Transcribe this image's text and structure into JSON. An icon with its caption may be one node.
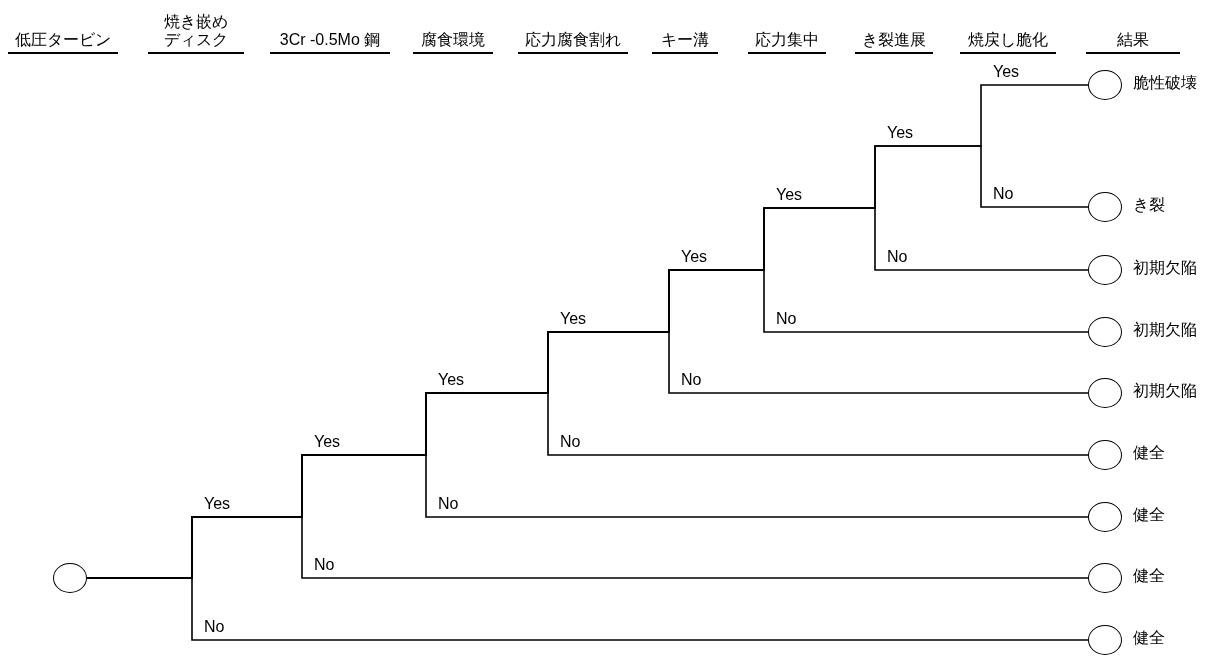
{
  "diagram": {
    "nodes": [
      {
        "text": [],
        "shape": "circle"
      },
      {
        "text": [],
        "shape": "circle",
        "beside": [
          "脆性破壊"
        ]
      },
      {
        "text": [],
        "shape": "circle",
        "beside": [
          "き裂"
        ]
      },
      {
        "text": [],
        "shape": "circle",
        "beside": [
          "初期欠陥"
        ]
      },
      {
        "text": [],
        "shape": "circle",
        "beside": [
          "初期欠陥"
        ]
      },
      {
        "text": [],
        "shape": "circle",
        "beside": [
          "初期欠陥"
        ]
      },
      {
        "text": [],
        "shape": "circle",
        "beside": [
          "健全"
        ]
      },
      {
        "text": [],
        "shape": "circle",
        "beside": [
          "健全"
        ]
      },
      {
        "text": [],
        "shape": "circle",
        "beside": [
          "健全"
        ]
      },
      {
        "text": [],
        "shape": "circle",
        "beside": [
          "健全"
        ]
      }
    ],
    "edges": [
      {
        "from": 0,
        "to": 1,
        "arrow": "none"
      },
      {
        "from": 0,
        "to": 2,
        "arrow": "none"
      },
      {
        "from": 0,
        "to": 3,
        "arrow": "none"
      },
      {
        "from": 0,
        "to": 4,
        "arrow": "none"
      },
      {
        "from": 0,
        "to": 5,
        "arrow": "none"
      },
      {
        "from": 0,
        "to": 6,
        "arrow": "none"
      },
      {
        "from": 0,
        "to": 7,
        "arrow": "none"
      },
      {
        "from": 0,
        "to": 8,
        "arrow": "none"
      },
      {
        "from": 0,
        "to": 9,
        "arrow": "none"
      }
    ],
    "labels": [
      "低圧タービン",
      "焼き嵌めディスク",
      "3Cr -0.5Mo 鋼",
      "腐食環境",
      "応力腐食割れ",
      "キー溝",
      "応力集中",
      "き裂進展",
      "焼戻し脆化",
      "結果",
      "Yes",
      "Yes",
      "No",
      "Yes",
      "No",
      "Yes",
      "No",
      "Yes",
      "No",
      "Yes",
      "No",
      "Yes",
      "No",
      "Yes",
      "No",
      "No"
    ]
  }
}
